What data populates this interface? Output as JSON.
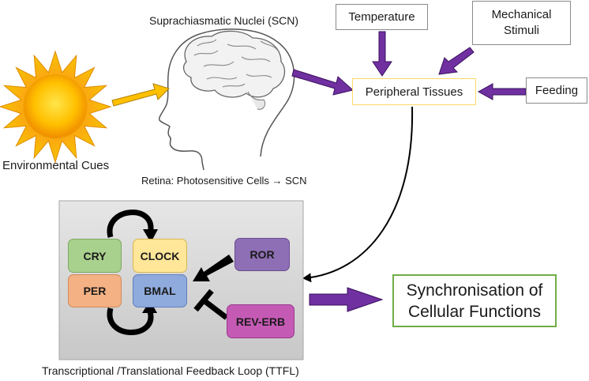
{
  "labels": {
    "scn": "Suprachiasmatic Nuclei (SCN)",
    "environmental": "Environmental Cues",
    "retina": "Retina: Photosensitive Cells → SCN",
    "ttfl": "Transcriptional /Translational Feedback Loop (TTFL)"
  },
  "boxes": {
    "temperature": "Temperature",
    "mechanical_line1": "Mechanical",
    "mechanical_line2": "Stimuli",
    "feeding": "Feeding",
    "peripheral": "Peripheral Tissues",
    "sync_line1": "Synchronisation of",
    "sync_line2": "Cellular Functions"
  },
  "genes": {
    "cry": "CRY",
    "clock": "CLOCK",
    "per": "PER",
    "bmal": "BMAL",
    "ror": "ROR",
    "reverb": "REV-ERB"
  },
  "colors": {
    "purple_arrow": "#7030a0",
    "sun_arrow": "#ffc000",
    "peripheral_border": "#ffd966",
    "sync_border": "#70ad47",
    "panel_bg": "#d9d9d9",
    "cry": "#a9d18e",
    "clock": "#ffe699",
    "per": "#f4b183",
    "bmal": "#8faadc",
    "ror": "#8e6fb5",
    "reverb": "#c55ab5"
  }
}
